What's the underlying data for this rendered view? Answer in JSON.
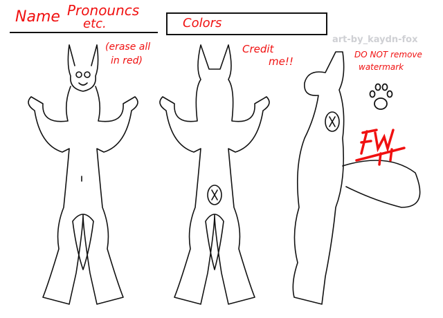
{
  "header": {
    "name_label": "Name",
    "pronouns_label": "Pronouncs",
    "etc_label": "etc.",
    "colors_label": "Colors"
  },
  "watermark": "art-by_kaydn-fox",
  "notes": {
    "erase_line1": "(erase all",
    "erase_line2": "in red)",
    "credit_line1": "Credit",
    "credit_line2": "me!!",
    "watermark_line1": "DO NOT remove",
    "watermark_line2": "watermark"
  },
  "logo": "FW",
  "colors": {
    "accent": "#f01010",
    "line": "#111111",
    "watermark": "#cfd0d4"
  }
}
